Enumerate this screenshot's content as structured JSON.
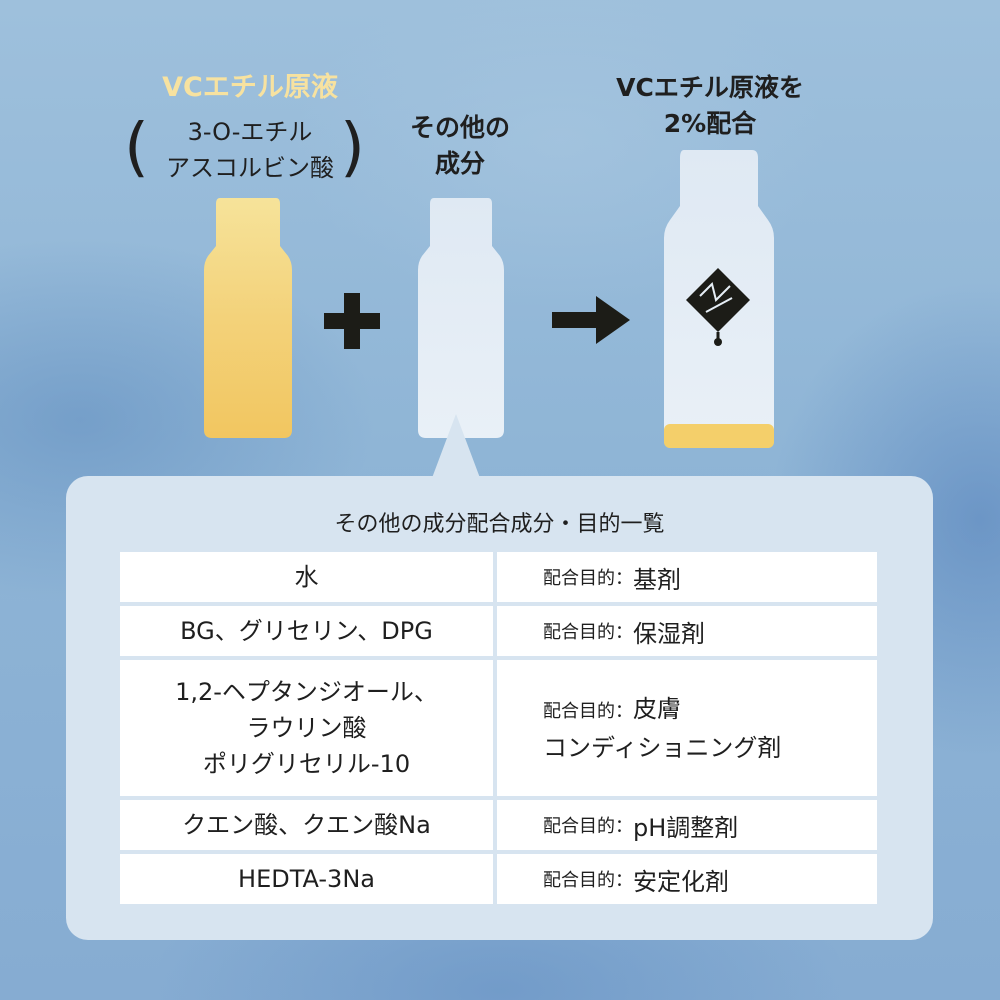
{
  "header": {
    "vc_title": "VCエチル原液",
    "vc_sub_line1": "3-O-エチル",
    "vc_sub_line2": "アスコルビン酸",
    "other_line1": "その他の",
    "other_line2": "成分",
    "mix_line1": "VCエチル原液を",
    "mix_line2": "2%配合"
  },
  "symbols": {
    "plus": "+",
    "arrow": "→"
  },
  "panel": {
    "title": "その他の成分配合成分・目的一覧",
    "rows": [
      {
        "ingredient": [
          "水"
        ],
        "purpose_label": "配合目的：",
        "purpose": [
          "基剤"
        ]
      },
      {
        "ingredient": [
          "BG、グリセリン、DPG"
        ],
        "purpose_label": "配合目的：",
        "purpose": [
          "保湿剤"
        ]
      },
      {
        "ingredient": [
          "1,2-ヘプタンジオール、",
          "ラウリン酸",
          "ポリグリセリル-10"
        ],
        "purpose_label": "配合目的：",
        "purpose": [
          "皮膚",
          "コンディショニング剤"
        ]
      },
      {
        "ingredient": [
          "クエン酸、クエン酸Na"
        ],
        "purpose_label": "配合目的：",
        "purpose": [
          "pH調整剤"
        ]
      },
      {
        "ingredient": [
          "HEDTA-3Na"
        ],
        "purpose_label": "配合目的：",
        "purpose": [
          "安定化剤"
        ]
      }
    ]
  },
  "colors": {
    "accent_yellow": "#f7e2a0",
    "bottle_yellow": "#f4cf6a",
    "bottle_clear": "#e6eef6",
    "panel_bg": "#d7e4f0",
    "text": "#1f1f1f"
  },
  "icons": [
    "plus-icon",
    "arrow-right-icon",
    "brand-logo-icon"
  ]
}
